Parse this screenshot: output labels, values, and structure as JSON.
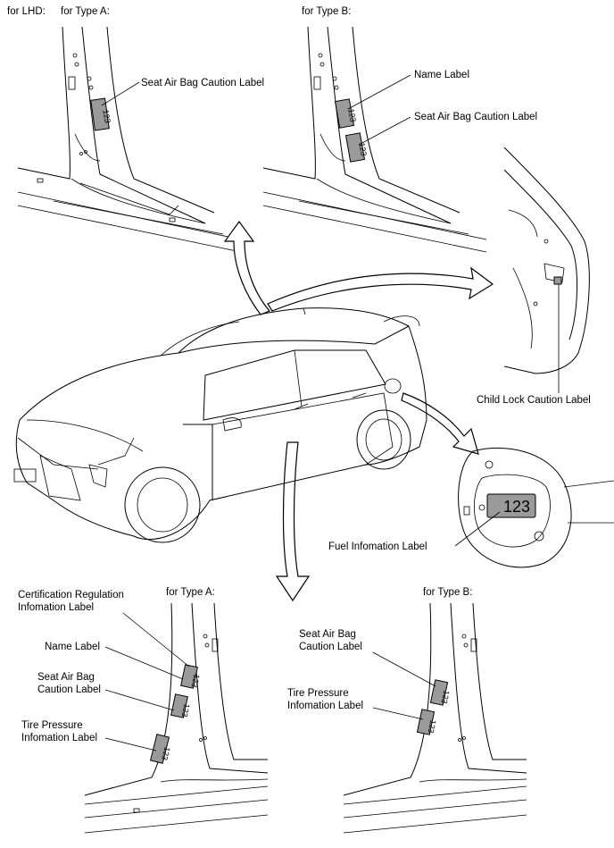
{
  "headings": {
    "for_lhd": "for LHD:",
    "type_a_top": "for Type A:",
    "type_b_top": "for Type B:",
    "type_a_bottom": "for Type A:",
    "type_b_bottom": "for Type B:"
  },
  "callouts": {
    "top_a_seat_airbag": "Seat Air Bag Caution Label",
    "top_b_name": "Name Label",
    "top_b_seat_airbag": "Seat Air Bag Caution Label",
    "child_lock": "Child Lock Caution Label",
    "fuel_info": "Fuel Infomation Label",
    "bottom_a_certification": "Certification Regulation\nInfomation Label",
    "bottom_a_name": "Name Label",
    "bottom_a_seat_airbag": "Seat Air Bag\nCaution Label",
    "bottom_a_tire": "Tire Pressure\nInfomation Label",
    "bottom_b_seat_airbag": "Seat Air Bag\nCaution Label",
    "bottom_b_tire": "Tire Pressure\nInfomation Label"
  },
  "sticker_text": "123",
  "fuel_sticker_text": "123"
}
